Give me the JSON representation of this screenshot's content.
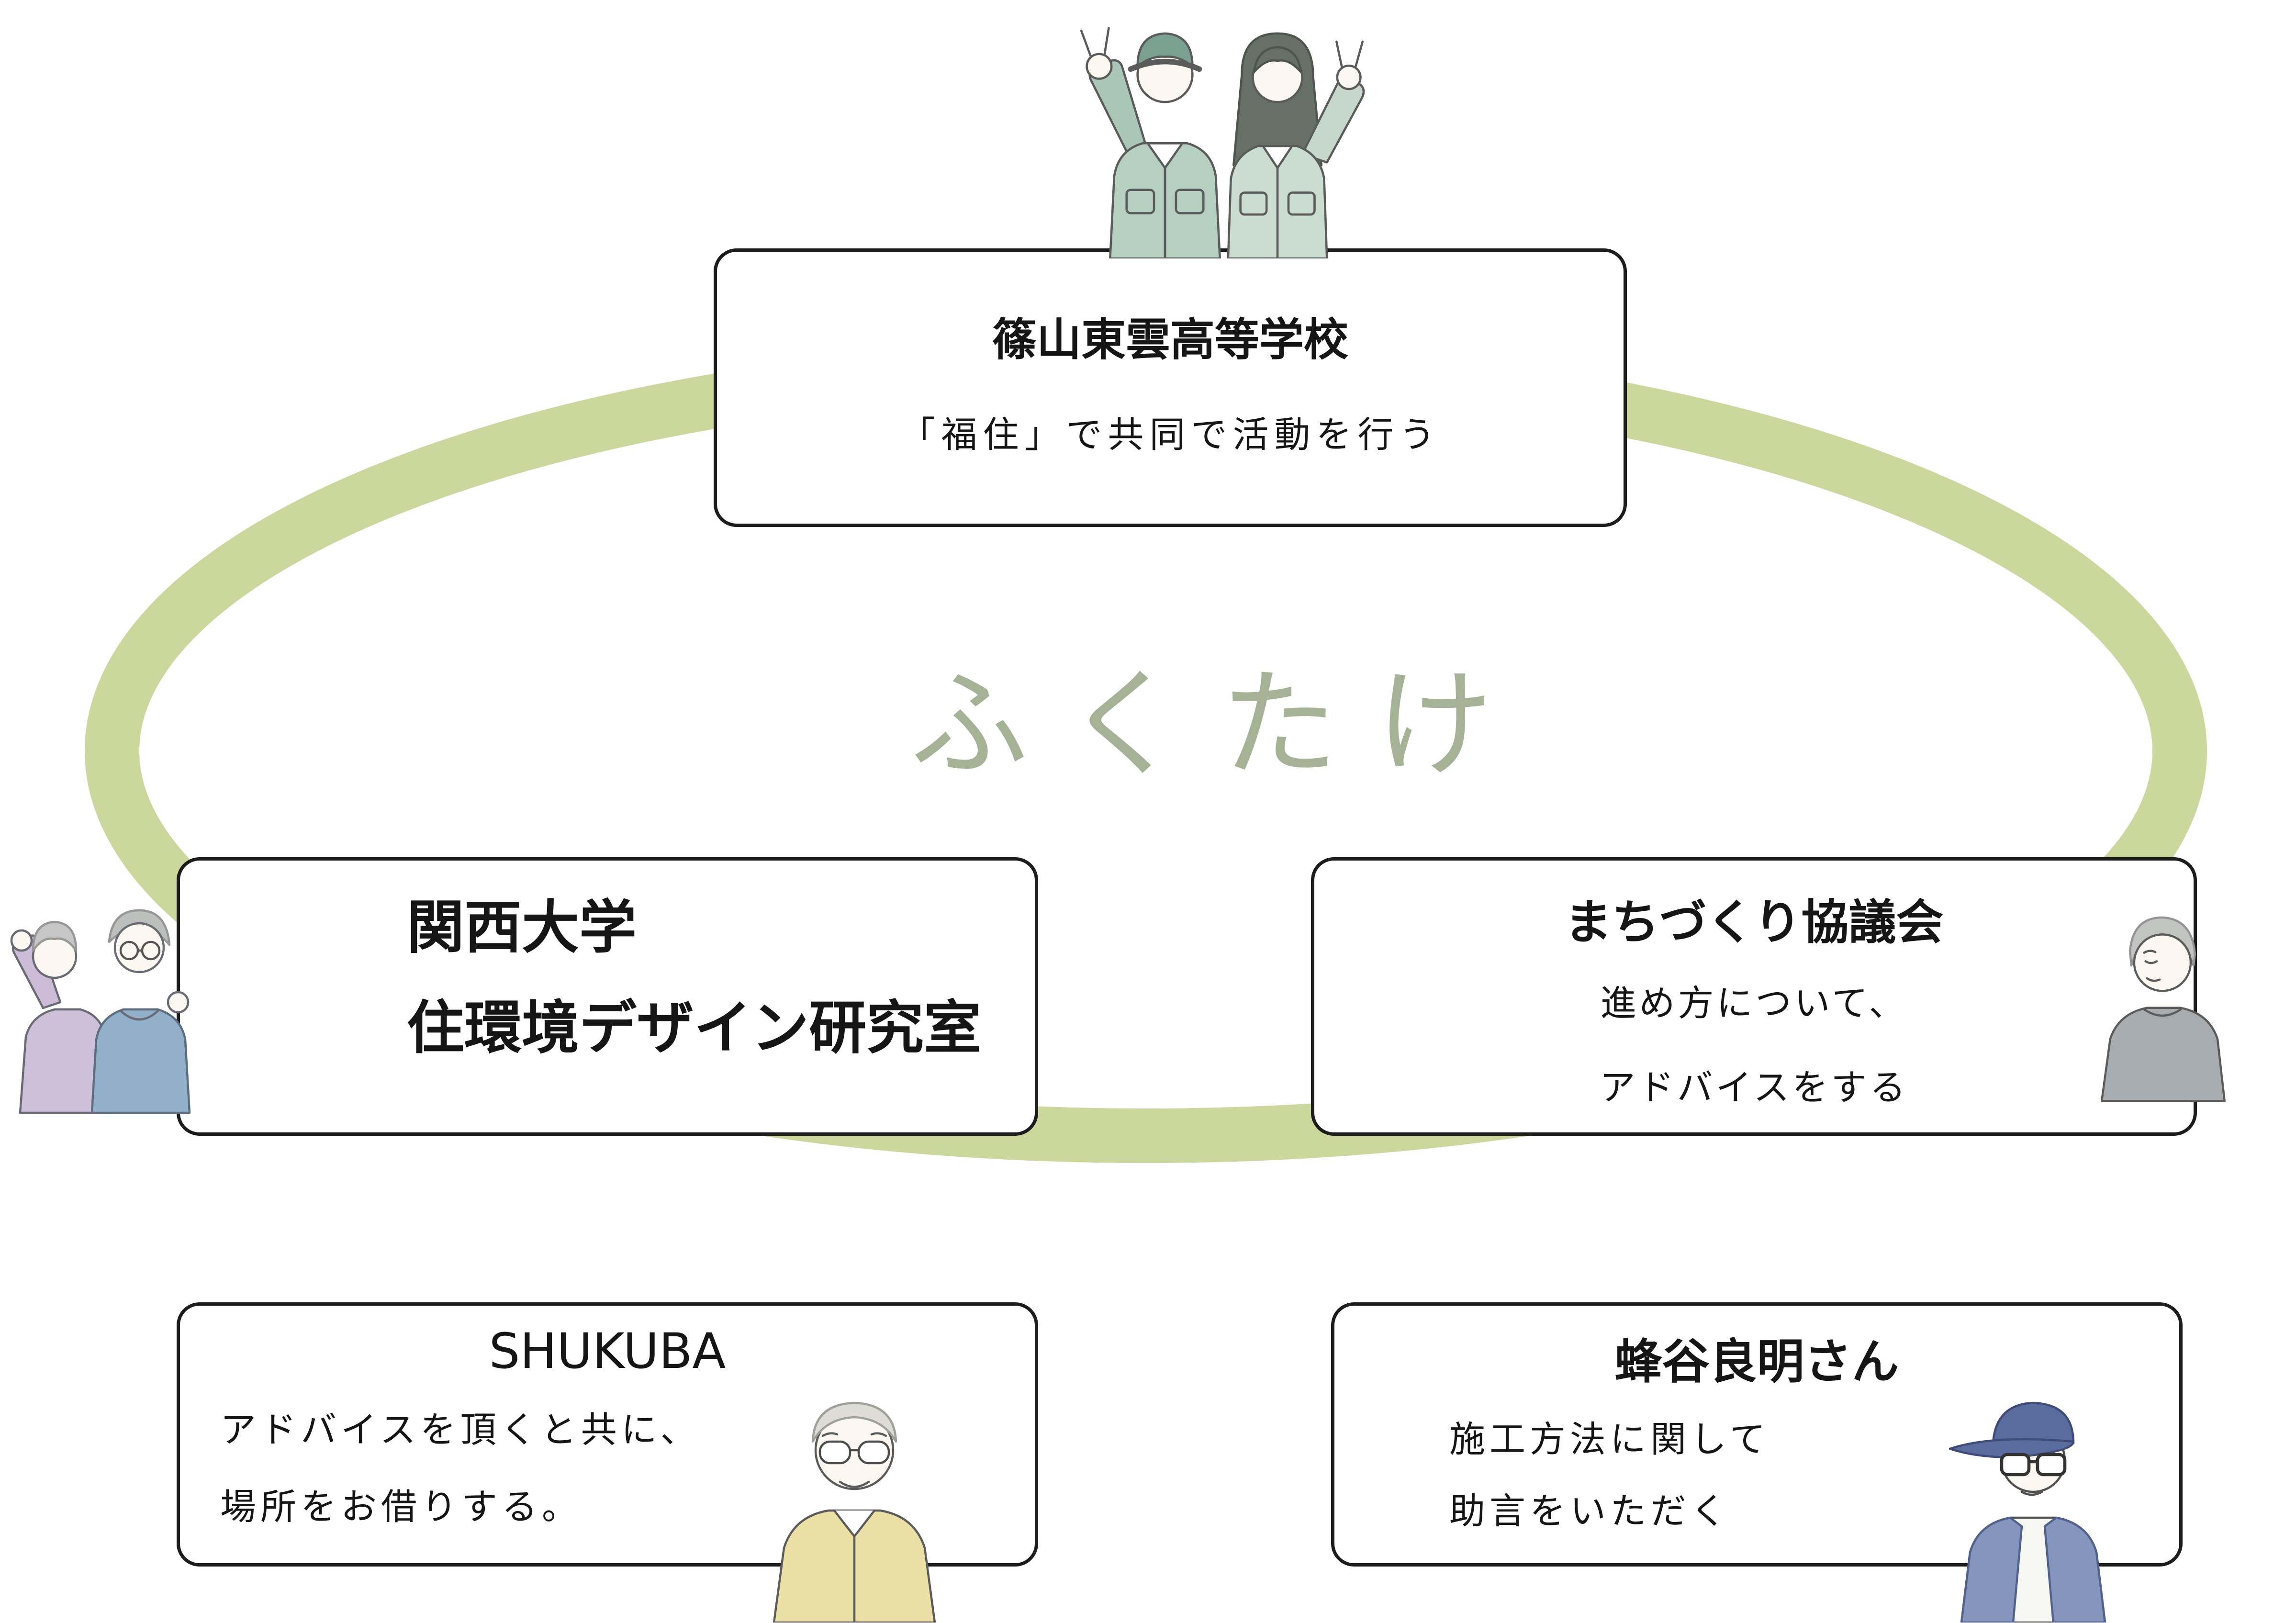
{
  "diagram": {
    "center_label": "ふくたけ",
    "nodes": {
      "school": {
        "title": "篠山東雲高等学校",
        "line1": "「福住」で共同で活動を行う"
      },
      "university": {
        "line1": "関西大学",
        "line2": "住環境デザイン研究室"
      },
      "council": {
        "title": "まちづくり協議会",
        "line1": "進め方について、",
        "line2": "アドバイスをする"
      },
      "shukuba": {
        "title": "SHUKUBA",
        "line1": "アドバイスを頂くと共に、",
        "line2": "場所をお借りする。"
      },
      "hachiya": {
        "title": "蜂谷良明さん",
        "line1": "施工方法に関して",
        "line2": "助言をいただく"
      }
    }
  },
  "colors": {
    "ring": "#cbd79c",
    "center_label": "#a5b296",
    "box_border": "#1c1c1c",
    "box_bg": "#ffffff"
  }
}
